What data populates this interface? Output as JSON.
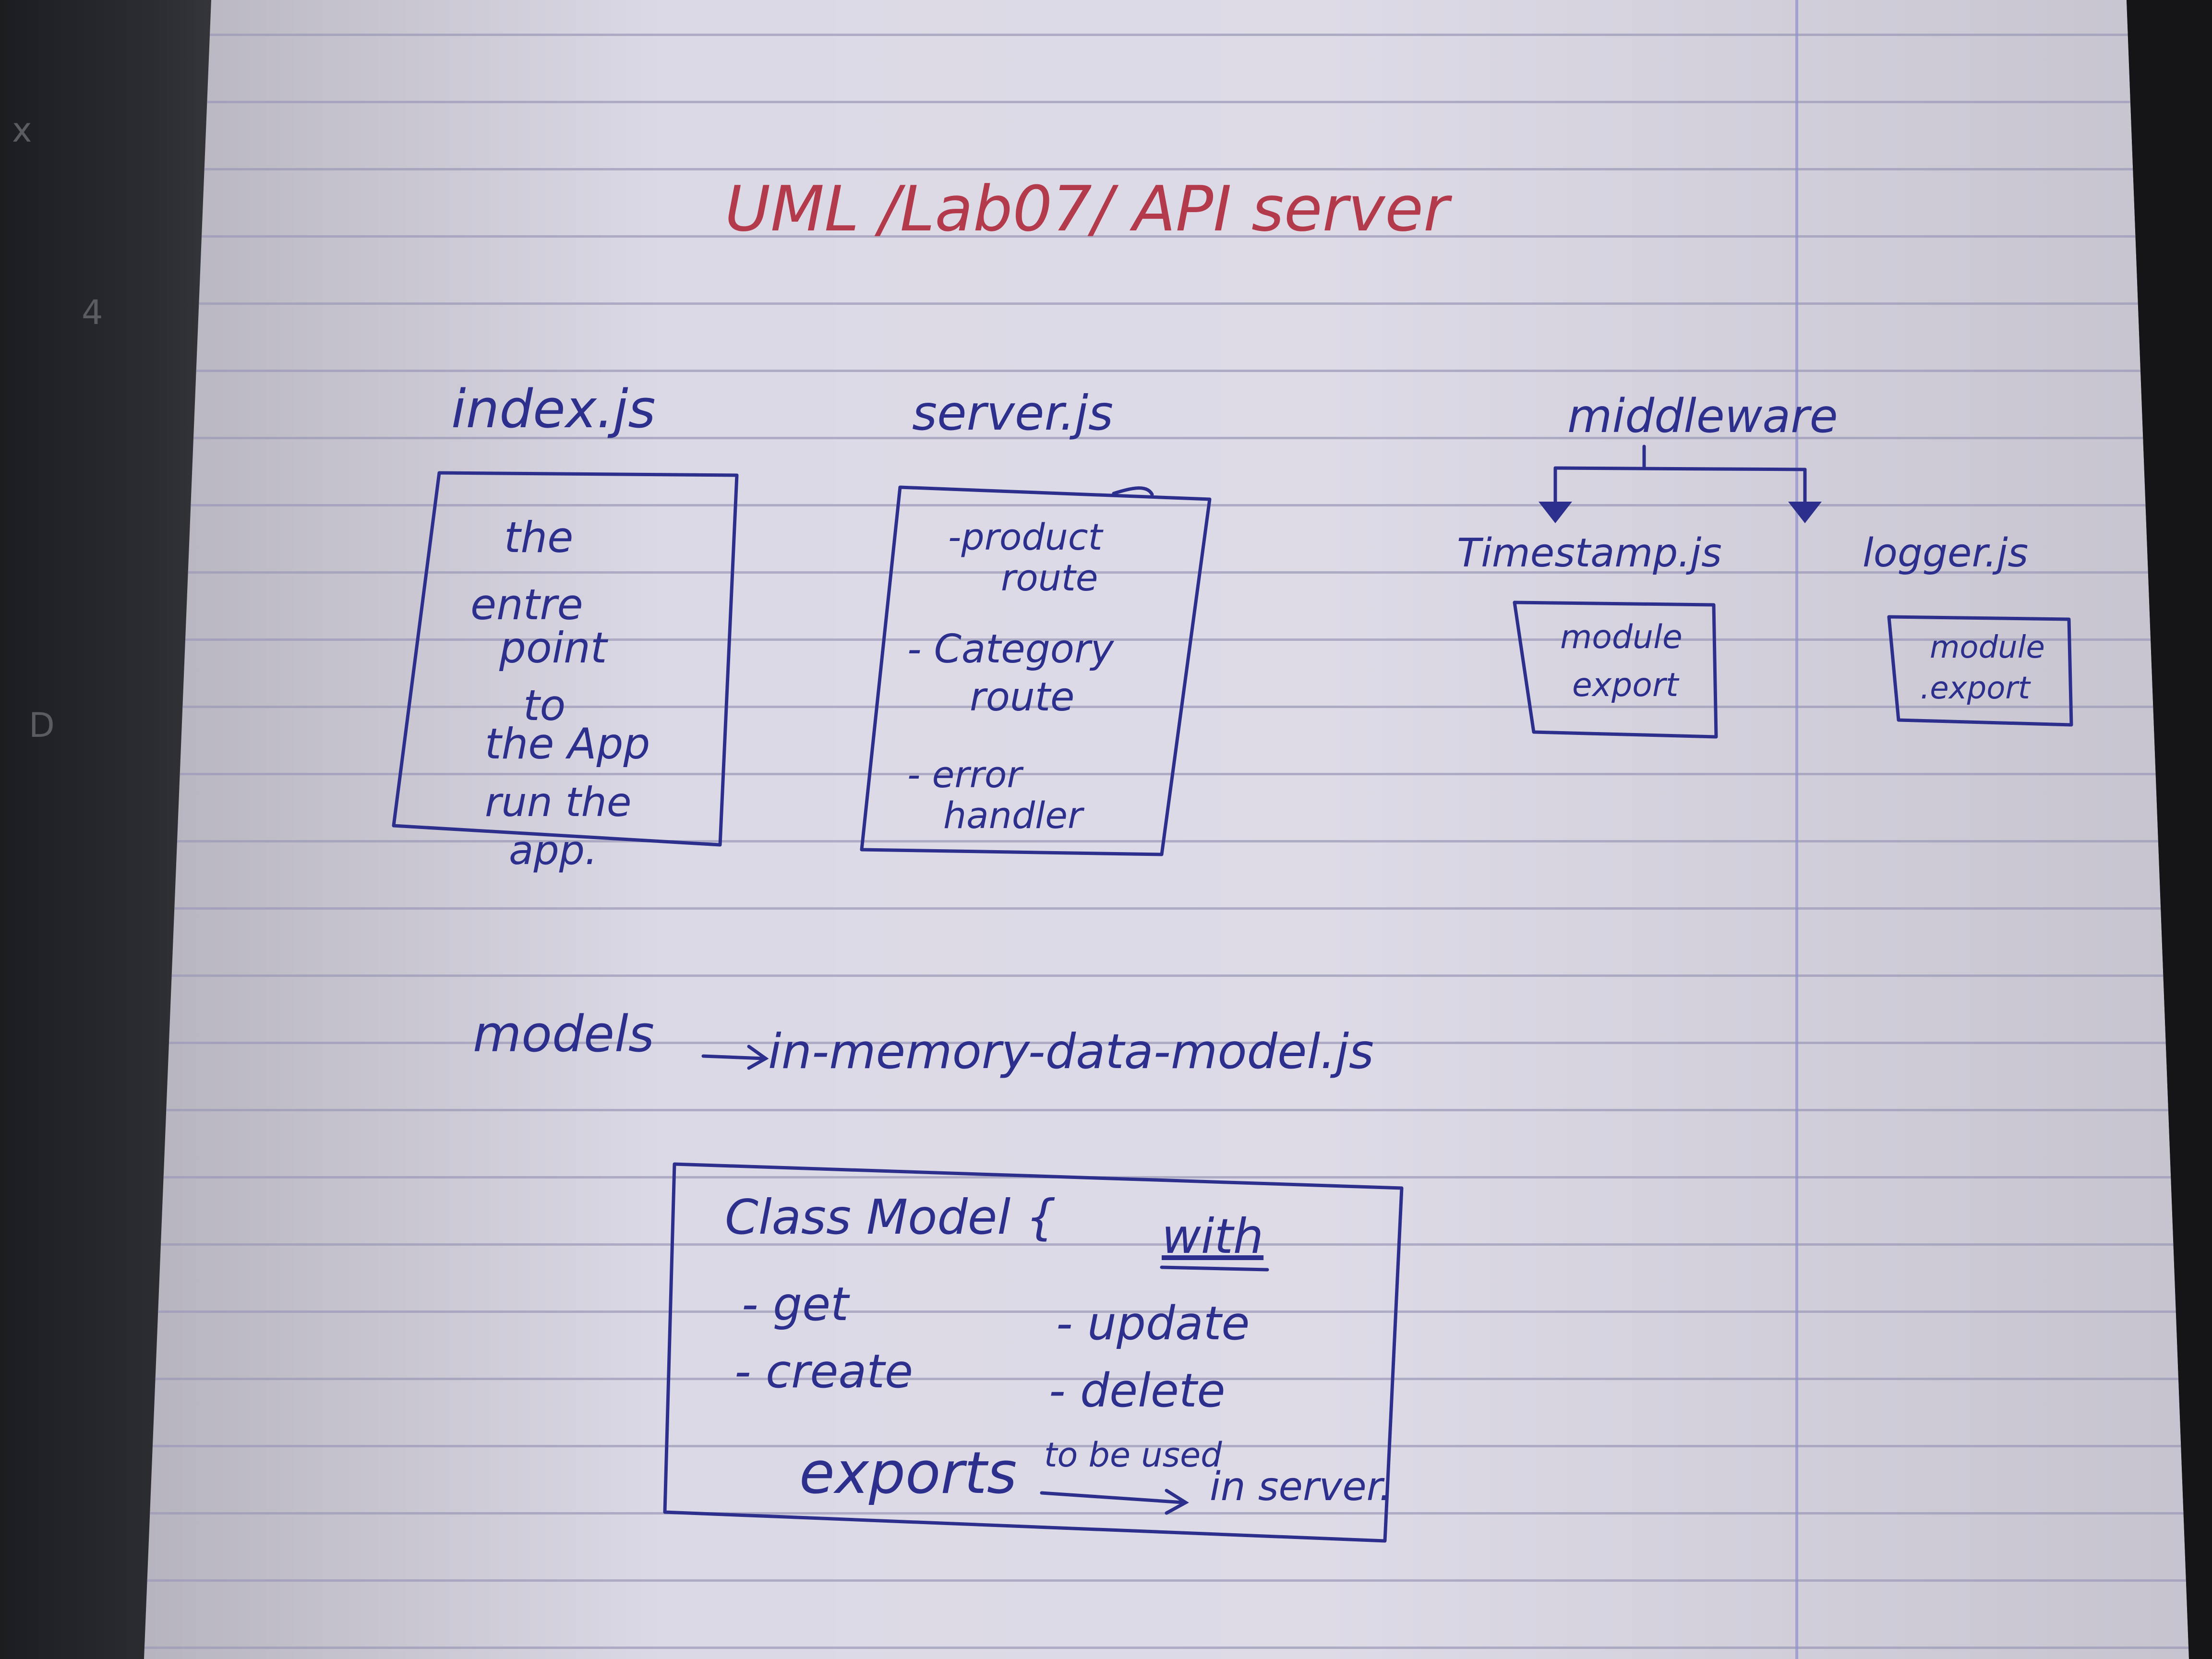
{
  "title": "UML /Lab07/ API server",
  "index": {
    "name": "index.js",
    "lines": [
      "the",
      "entre",
      "point",
      "to",
      "the App",
      "run the",
      "app."
    ]
  },
  "server": {
    "name": "server.js",
    "lines": [
      "-product",
      "route",
      "- Category",
      "route",
      "- error",
      "handler"
    ]
  },
  "middleware": {
    "name": "middleware",
    "left": {
      "name": "Timestamp.js",
      "lines": [
        "module",
        "export"
      ]
    },
    "right": {
      "name": "logger.js",
      "lines": [
        "module",
        ".export"
      ]
    }
  },
  "models": {
    "label": "models",
    "target": "in-memory-data-model.js"
  },
  "model_class": {
    "header": "Class Model {",
    "with": "with",
    "methods_left": [
      "- get",
      "- create"
    ],
    "methods_right": [
      "- update",
      "- delete"
    ],
    "exports": "exports",
    "arrow_label": "to be used",
    "destination": "in server."
  },
  "keyboard": {
    "keys": [
      "x",
      "4",
      "D"
    ]
  }
}
